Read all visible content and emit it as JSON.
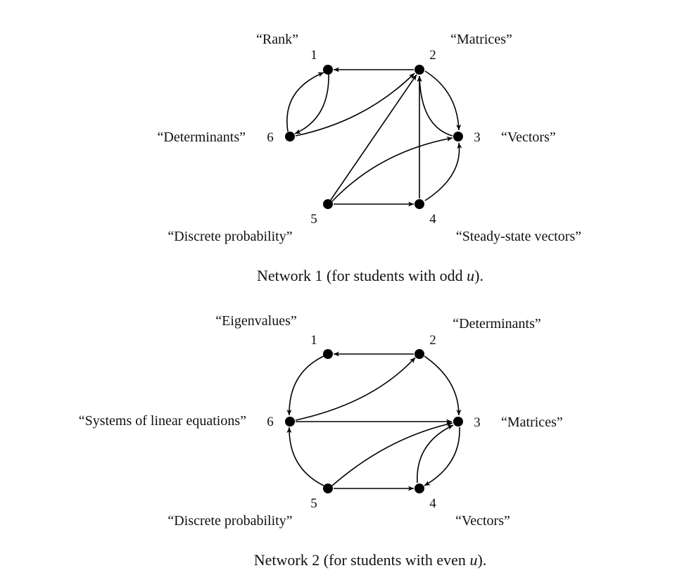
{
  "networks": [
    {
      "caption_prefix": "Network 1 (for students with odd ",
      "caption_var": "u",
      "caption_suffix": ").",
      "nodes": [
        {
          "id": "1",
          "label": "“Rank”"
        },
        {
          "id": "2",
          "label": "“Matrices”"
        },
        {
          "id": "3",
          "label": "“Vectors”"
        },
        {
          "id": "4",
          "label": "“Steady-state vectors”"
        },
        {
          "id": "5",
          "label": "“Discrete probability”"
        },
        {
          "id": "6",
          "label": "“Determinants”"
        }
      ],
      "edges": [
        {
          "from": "2",
          "to": "1"
        },
        {
          "from": "6",
          "to": "1"
        },
        {
          "from": "1",
          "to": "6"
        },
        {
          "from": "6",
          "to": "2"
        },
        {
          "from": "5",
          "to": "2"
        },
        {
          "from": "4",
          "to": "2"
        },
        {
          "from": "2",
          "to": "3"
        },
        {
          "from": "3",
          "to": "2"
        },
        {
          "from": "5",
          "to": "3"
        },
        {
          "from": "4",
          "to": "3"
        },
        {
          "from": "5",
          "to": "4"
        }
      ]
    },
    {
      "caption_prefix": "Network 2 (for students with even ",
      "caption_var": "u",
      "caption_suffix": ").",
      "nodes": [
        {
          "id": "1",
          "label": "“Eigenvalues”"
        },
        {
          "id": "2",
          "label": "“Determinants”"
        },
        {
          "id": "3",
          "label": "“Matrices”"
        },
        {
          "id": "4",
          "label": "“Vectors”"
        },
        {
          "id": "5",
          "label": "“Discrete probability”"
        },
        {
          "id": "6",
          "label": "“Systems of linear equations”"
        }
      ],
      "edges": [
        {
          "from": "2",
          "to": "1"
        },
        {
          "from": "1",
          "to": "6"
        },
        {
          "from": "6",
          "to": "2"
        },
        {
          "from": "6",
          "to": "3"
        },
        {
          "from": "2",
          "to": "3"
        },
        {
          "from": "5",
          "to": "6"
        },
        {
          "from": "5",
          "to": "3"
        },
        {
          "from": "5",
          "to": "4"
        },
        {
          "from": "4",
          "to": "3"
        },
        {
          "from": "3",
          "to": "4"
        }
      ]
    }
  ]
}
